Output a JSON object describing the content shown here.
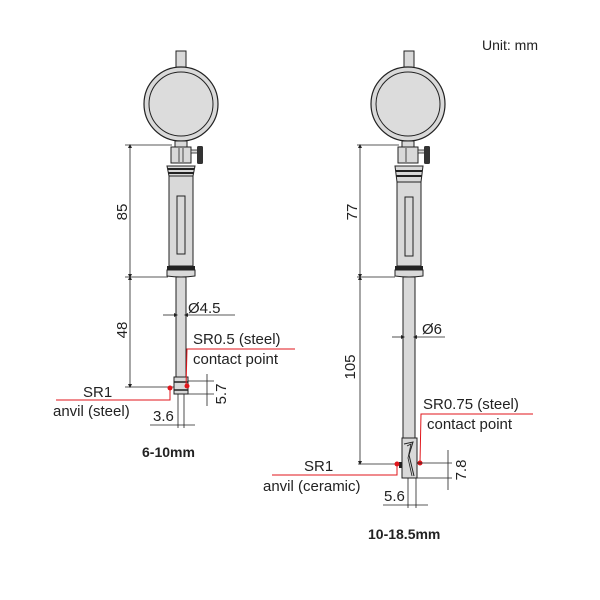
{
  "unit_label": "Unit: mm",
  "colors": {
    "leader": "#e0161b",
    "metal": "#d9d9d9",
    "outline": "#222222",
    "dark": "#333333"
  },
  "left_gauge": {
    "caption": "6-10mm",
    "dim_handle": "85",
    "dim_rod": "48",
    "diameter": "Ø4.5",
    "contact_point_line1": "SR0.5 (steel)",
    "contact_point_line2": "contact point",
    "anvil_line1": "SR1",
    "anvil_line2": "anvil (steel)",
    "dim_tip_height": "5.7",
    "dim_tip_width": "3.6"
  },
  "right_gauge": {
    "caption": "10-18.5mm",
    "dim_handle": "77",
    "dim_rod": "105",
    "diameter": "Ø6",
    "contact_point_line1": "SR0.75 (steel)",
    "contact_point_line2": "contact point",
    "anvil_line1": "SR1",
    "anvil_line2": "anvil (ceramic)",
    "dim_tip_height": "7.8",
    "dim_tip_width": "5.6"
  }
}
